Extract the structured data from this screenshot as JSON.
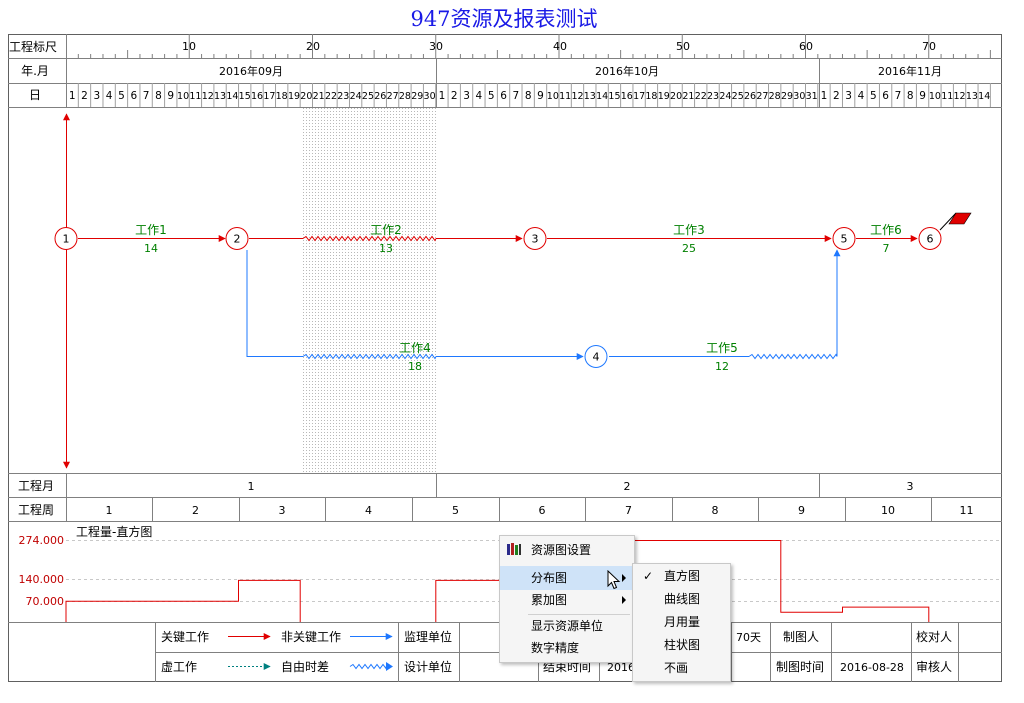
{
  "title": "947资源及报表测试",
  "header": {
    "row_labels": {
      "scale": "工程标尺",
      "month": "年.月",
      "day": "日",
      "proj_month": "工程月",
      "proj_week": "工程周"
    },
    "scale_ticks": [
      "10",
      "20",
      "30",
      "40",
      "50",
      "60",
      "70"
    ],
    "months": [
      "2016年09月",
      "2016年10月",
      "2016年11月"
    ],
    "project_months": [
      "1",
      "2",
      "3"
    ],
    "project_weeks": [
      "1",
      "2",
      "3",
      "4",
      "5",
      "6",
      "7",
      "8",
      "9",
      "10",
      "11"
    ]
  },
  "network": {
    "nodes": [
      {
        "id": "1",
        "type": "critical"
      },
      {
        "id": "2",
        "type": "critical"
      },
      {
        "id": "3",
        "type": "critical"
      },
      {
        "id": "4",
        "type": "noncritical"
      },
      {
        "id": "5",
        "type": "critical"
      },
      {
        "id": "6",
        "type": "critical"
      }
    ],
    "tasks": [
      {
        "name": "工作1",
        "duration": "14"
      },
      {
        "name": "工作2",
        "duration": "13"
      },
      {
        "name": "工作3",
        "duration": "25"
      },
      {
        "name": "工作4",
        "duration": "18"
      },
      {
        "name": "工作5",
        "duration": "12"
      },
      {
        "name": "工作6",
        "duration": "7"
      }
    ]
  },
  "resource_chart": {
    "title": "工程量-直方图",
    "y_ticks": [
      "274.000",
      "140.000",
      "70.000"
    ]
  },
  "chart_data": {
    "type": "area",
    "title": "工程量-直方图",
    "x_unit": "project day",
    "y_ticks": [
      70,
      140,
      274
    ],
    "steps": [
      {
        "from": 1,
        "to": 14,
        "value": 70
      },
      {
        "from": 15,
        "to": 19,
        "value": 140
      },
      {
        "from": 31,
        "to": 39,
        "value": 140
      },
      {
        "from": 40,
        "to": 58,
        "value": 274
      },
      {
        "from": 59,
        "to": 63,
        "value": 33
      },
      {
        "from": 64,
        "to": 70,
        "value": 50
      }
    ]
  },
  "legend": {
    "critical": "关键工作",
    "noncritical": "非关键工作",
    "dummy": "虚工作",
    "free_float": "自由时差"
  },
  "info": {
    "supervisor_label": "监理单位",
    "design_label": "设计单位",
    "end_time_label": "结束时间",
    "end_time_value_partial": "2016",
    "duration_value": "70天",
    "drafter_label": "制图人",
    "draw_time_label": "制图时间",
    "draw_time_value": "2016-08-28",
    "checker_label": "校对人",
    "reviewer_label": "审核人"
  },
  "context_menu": {
    "items": [
      "资源图设置",
      "分布图",
      "累加图",
      "显示资源单位",
      "数字精度"
    ],
    "highlighted_index": 1
  },
  "submenu": {
    "items": [
      "直方图",
      "曲线图",
      "月用量",
      "柱状图",
      "不画"
    ],
    "checked_index": 0
  },
  "colors": {
    "title": "#1a1ae6",
    "critical": "#e00000",
    "noncritical": "#1e78ff",
    "label_green": "#008000",
    "tick_red": "#c00000"
  }
}
